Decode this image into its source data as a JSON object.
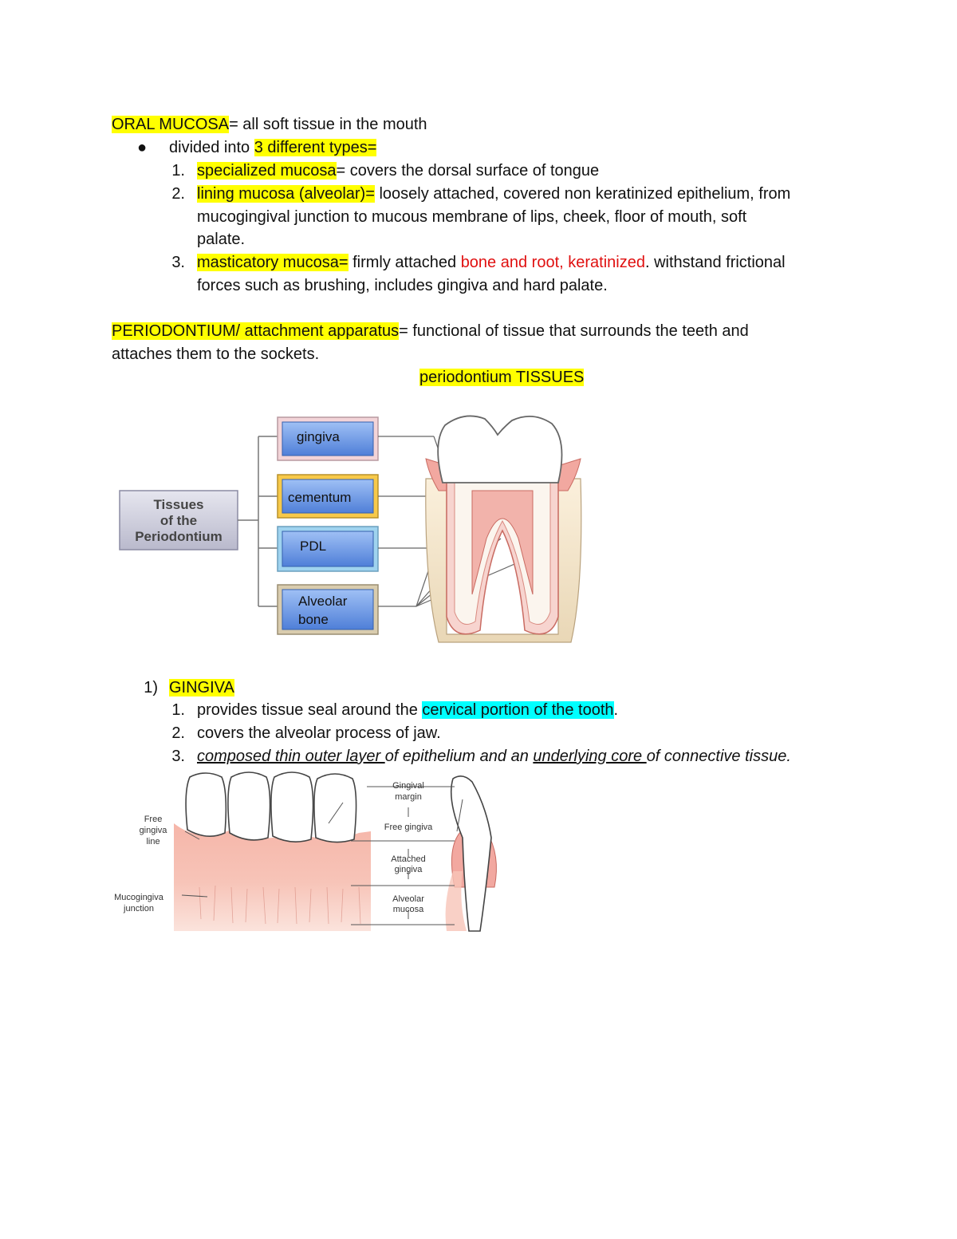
{
  "oral_mucosa": {
    "term": "ORAL MUCOSA",
    "definition": "= all soft tissue in the mouth",
    "bullet_prefix": "divided into ",
    "bullet_highlight": "3 different types=",
    "items": [
      {
        "number": "1.",
        "term": "specialized mucosa",
        "text": "= covers the dorsal surface of tongue"
      },
      {
        "number": "2.",
        "term": "lining mucosa (alveolar)=",
        "text_line1": " loosely attached, covered non keratinized epithelium, from",
        "text_line2": "mucogingival junction to mucous membrane of lips, cheek, floor of mouth, soft",
        "text_line3": "palate."
      },
      {
        "number": "3.",
        "term": "masticatory mucosa=",
        "text_a": " firmly attached ",
        "text_red": "bone and root, keratinized",
        "text_b": ". withstand frictional",
        "text_line2": "forces such as brushing, includes gingiva and hard palate."
      }
    ]
  },
  "periodontium": {
    "term": "PERIODONTIUM/ attachment apparatus",
    "definition_line1": "= functional of tissue that surrounds the teeth and",
    "definition_line2": "attaches them to the sockets.",
    "figure_title": "periodontium TISSUES"
  },
  "diagram1": {
    "root_label_l1": "Tissues",
    "root_label_l2": "of the",
    "root_label_l3": "Periodontium",
    "boxes": [
      "gingiva",
      "cementum",
      "PDL",
      "Alveolar",
      "bone"
    ],
    "colors": {
      "box_fill": "#6f9ae6",
      "gingiva_border": "#e4b6bc",
      "cementum_border": "#f5c542",
      "pdl_border": "#7fc3e8",
      "bone_border": "#c7b99a",
      "root_fill": "#c9c9d9"
    }
  },
  "gingiva": {
    "number": "1)",
    "title": "GINGIVA",
    "items": [
      {
        "number": "1.",
        "text": "provides tissue seal around the ",
        "highlight": "cervical portion of the tooth",
        "end": "."
      },
      {
        "number": "2.",
        "text": "covers the alveolar process of jaw."
      },
      {
        "number": "3.",
        "u1": "composed thin outer layer ",
        "t1": "of epithelium and an ",
        "u2": "underlying core ",
        "t2": "of connective tissue."
      }
    ]
  },
  "diagram2": {
    "labels": {
      "free_gingiva_line_1": "Free",
      "free_gingiva_line_2": "gingiva",
      "free_gingiva_line_3": "line",
      "mucogingiva_1": "Mucogingiva",
      "mucogingiva_2": "junction",
      "gingival_margin_1": "Gingival",
      "gingival_margin_2": "margin",
      "free_gingiva": "Free gingiva",
      "attached_1": "Attached",
      "attached_2": "gingiva",
      "alveolar_1": "Alveolar",
      "alveolar_2": "mucosa"
    }
  }
}
